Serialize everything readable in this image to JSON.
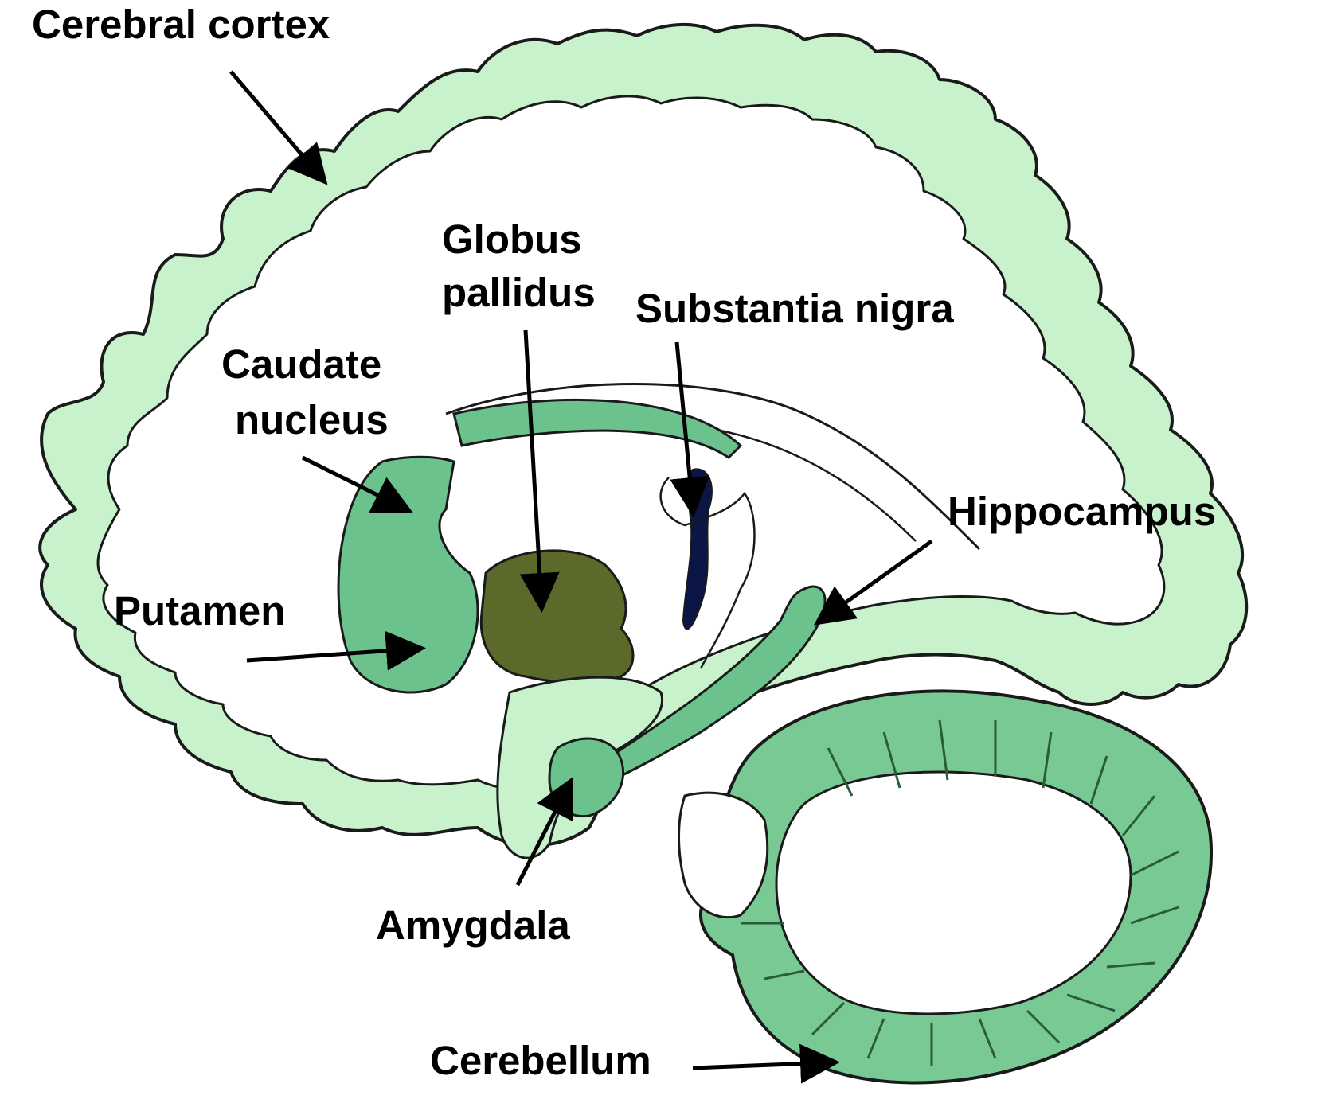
{
  "labels": {
    "cerebral_cortex": "Cerebral cortex",
    "globus_pallidus_1": "Globus",
    "globus_pallidus_2": "pallidus",
    "substantia_nigra": "Substantia nigra",
    "caudate_nucleus_1": "Caudate",
    "caudate_nucleus_2": "nucleus",
    "hippocampus": "Hippocampus",
    "putamen": "Putamen",
    "amygdala": "Amygdala",
    "cerebellum": "Cerebellum"
  },
  "colors": {
    "cortex_fill": "#c8f2cc",
    "deep_green": "#6cc28c",
    "cerebellum_green": "#78c994",
    "globus_pallidus": "#5b6a2a",
    "substantia_nigra": "#0c1646",
    "outline": "#1a1a1a",
    "background": "#ffffff"
  }
}
